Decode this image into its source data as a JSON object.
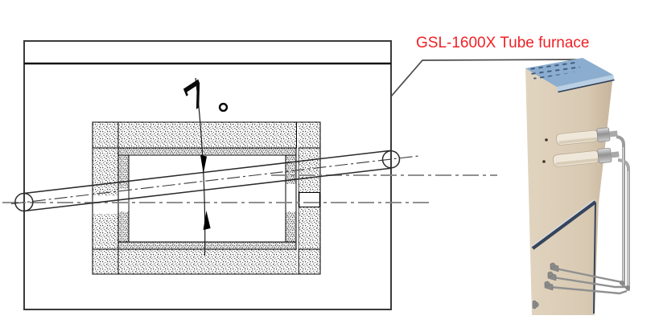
{
  "furnace_label": {
    "text": "GSL-1600X Tube furnace"
  },
  "diagram": {
    "angle_digit": "7",
    "angle_label": "7°",
    "tilt_degrees": 7
  },
  "colors": {
    "label_red": "#ee2226",
    "centerline_gray": "#808080",
    "drawing_line": "#2a2a2a",
    "furnace_top_blue": "#8badcf",
    "furnace_body_beige": "#d8c9b2",
    "steel_gray": "#9c9c9c"
  }
}
